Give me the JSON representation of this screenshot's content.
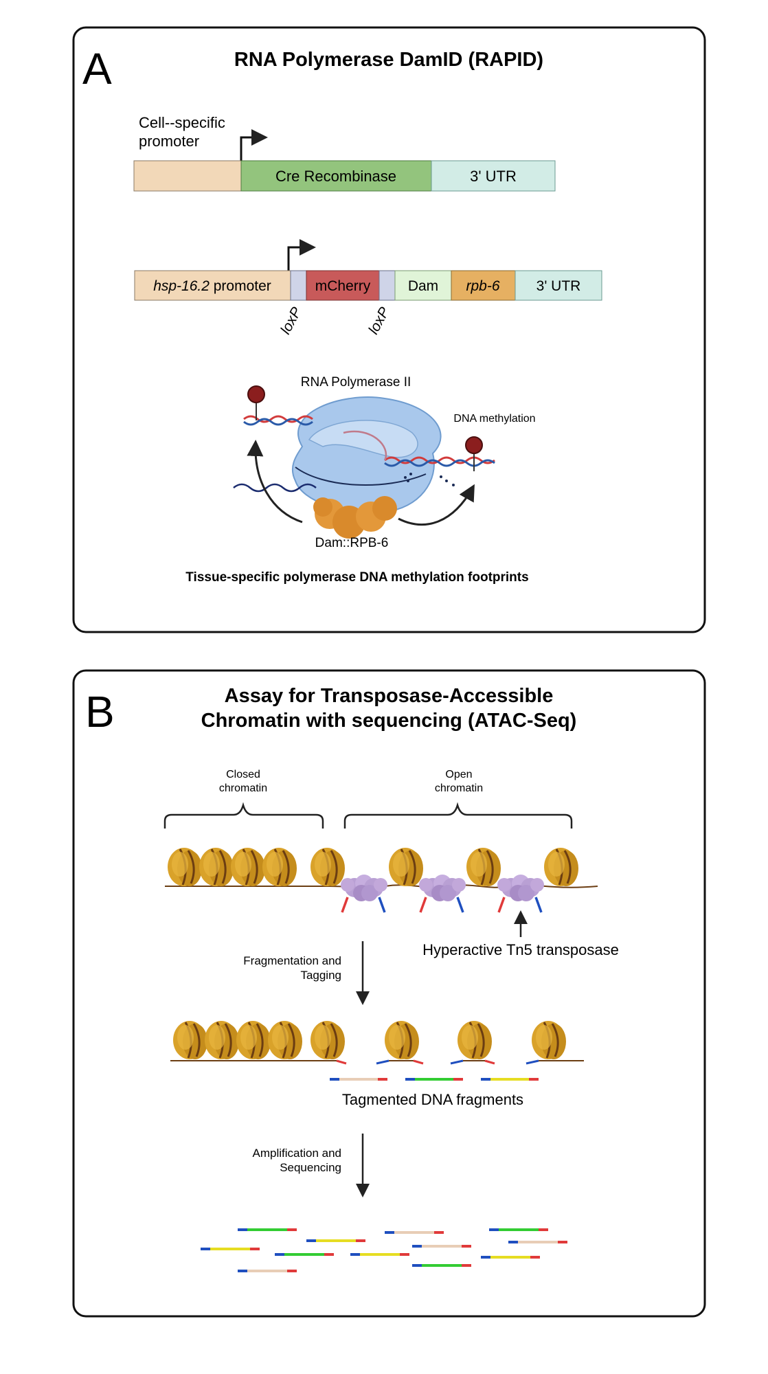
{
  "panel_a": {
    "letter": "A",
    "title": "RNA Polymerase DamID (RAPID)",
    "construct1": {
      "promoter_label_line1": "Cell--specific",
      "promoter_label_line2": "promoter",
      "cre": "Cre Recombinase",
      "utr": "3' UTR"
    },
    "construct2": {
      "promoter_italic": "hsp-16.2",
      "promoter_suffix": " promoter",
      "mcherry": "mCherry",
      "dam": "Dam",
      "rpb6": "rpb-6",
      "utr": "3' UTR",
      "loxp": "loxP"
    },
    "polymerase_label": "RNA Polymerase II",
    "methylation_label": "DNA methylation",
    "dam_rpb6_label": "Dam::RPB-6",
    "footer": "Tissue-specific polymerase DNA methylation footprints"
  },
  "panel_b": {
    "letter": "B",
    "title_line1": "Assay for Transposase-Accessible",
    "title_line2": "Chromatin with sequencing (ATAC-Seq)",
    "closed_line1": "Closed",
    "closed_line2": "chromatin",
    "open_line1": "Open",
    "open_line2": "chromatin",
    "tn5": "Hyperactive Tn5 transposase",
    "step1_line1": "Fragmentation and",
    "step1_line2": "Tagging",
    "tagmented": "Tagmented DNA fragments",
    "step2_line1": "Amplification and",
    "step2_line2": "Sequencing"
  },
  "colors": {
    "promoter": "#f2d8b8",
    "cre": "#93c47d",
    "utr": "#d2ece6",
    "loxp": "#cfd4e8",
    "mcherry": "#c85a5a",
    "dam": "#e0f4d8",
    "rpb6": "#e6b062",
    "nucleosome": "#d9a22a",
    "tn5": "#b9a0d4"
  }
}
